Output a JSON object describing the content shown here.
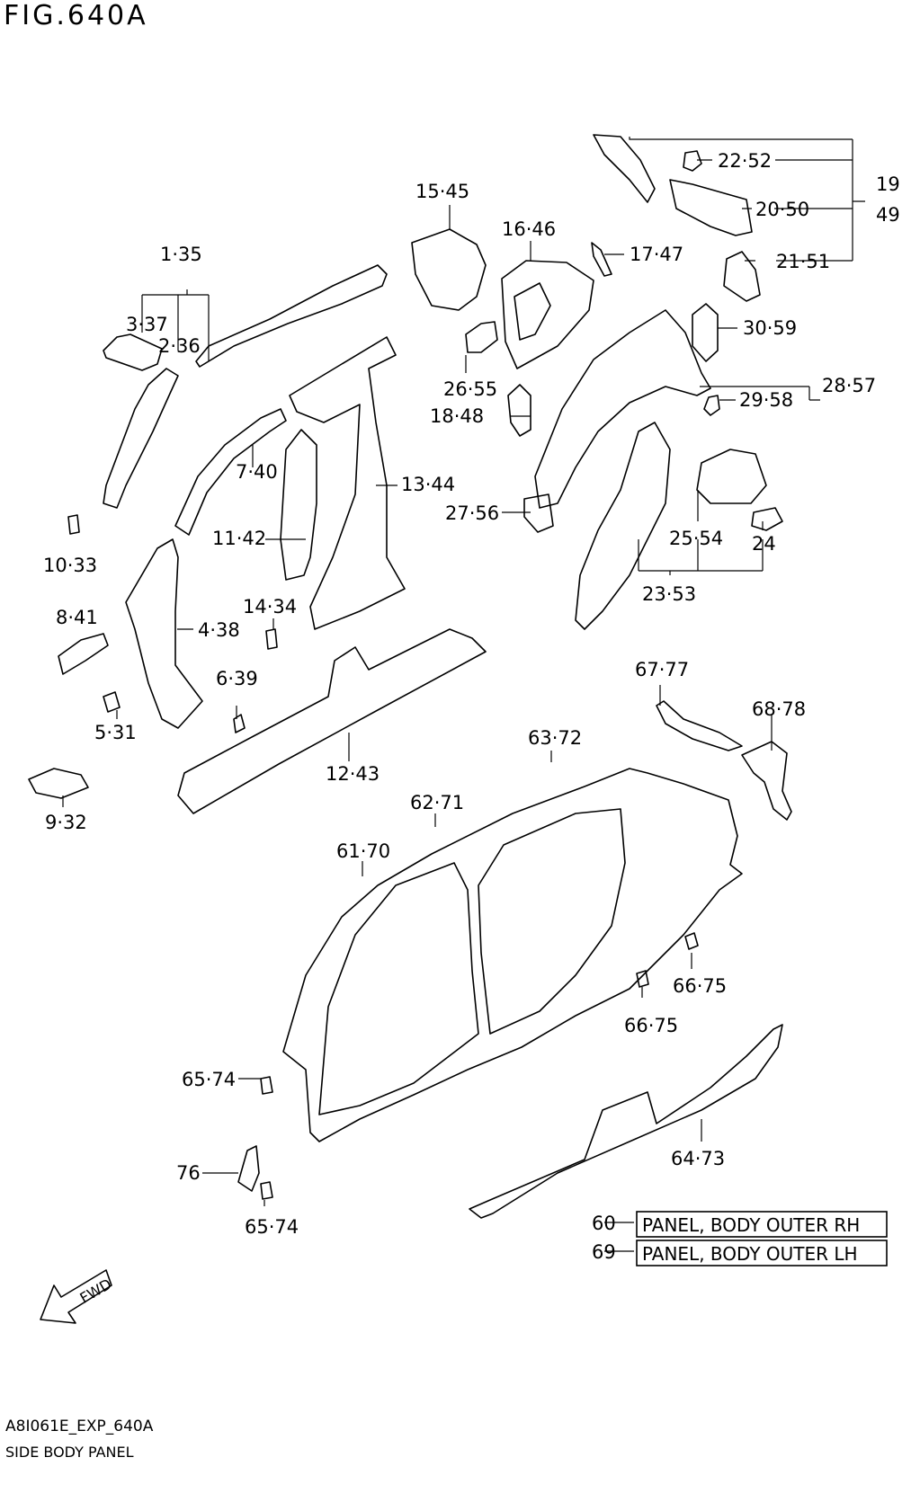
{
  "figure": {
    "title": "FIG.640A",
    "code": "A8I061E_EXP_640A",
    "name": "SIDE BODY PANEL",
    "fwd_label": "FWD"
  },
  "callouts": [
    "1·35",
    "3·37",
    "2·36",
    "15·45",
    "16·46",
    "17·47",
    "22·52",
    "20·50",
    "21·51",
    "19",
    "49",
    "30·59",
    "26·55",
    "18·48",
    "29·58",
    "28·57",
    "7·40",
    "13·44",
    "11·42",
    "27·56",
    "25·54",
    "24",
    "10·33",
    "14·34",
    "23·53",
    "8·41",
    "4·38",
    "6·39",
    "5·31",
    "12·43",
    "9·32",
    "67·77",
    "68·78",
    "63·72",
    "62·71",
    "61·70",
    "66·75",
    "66·75",
    "65·74",
    "76",
    "65·74",
    "64·73"
  ],
  "legend": [
    {
      "num": "60",
      "text": "PANEL, BODY OUTER RH"
    },
    {
      "num": "69",
      "text": "PANEL, BODY OUTER LH"
    }
  ]
}
